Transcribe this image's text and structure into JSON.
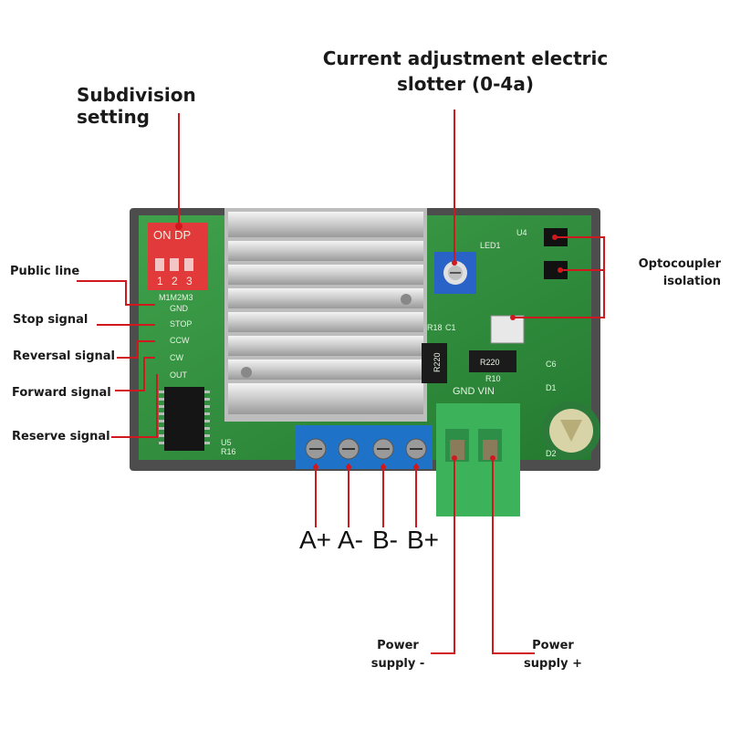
{
  "callouts": {
    "subdivision": "Subdivision setting",
    "current_line1": "Current adjustment electric",
    "current_line2": "slotter (0-4a)",
    "public_line": "Public line",
    "stop_signal": "Stop signal",
    "reversal_signal": "Reversal signal",
    "forward_signal": "Forward signal",
    "reserve_signal": "Reserve signal",
    "opto_line1": "Optocoupler",
    "opto_line2": "isolation",
    "power_minus_line1": "Power",
    "power_minus_line2": "supply -",
    "power_plus_line1": "Power",
    "power_plus_line2": "supply +"
  },
  "terminals": [
    "A+",
    "A-",
    "B-",
    "B+"
  ],
  "board": {
    "dip_top": "ON  DP",
    "dip_nums": [
      "1",
      "2",
      "3"
    ],
    "dip_label": "M1M2M3",
    "pins": [
      "GND",
      "STOP",
      "CCW",
      "CW",
      "OUT"
    ],
    "power_label": "GND VIN",
    "resistor_label": "R220",
    "resistor_label2": "R220",
    "led_label": "LED1",
    "r10": "R10",
    "r18": "R18",
    "c1": "C1",
    "d1": "D1",
    "c6": "C6",
    "d2": "D2",
    "u5": "U5",
    "r16": "R16",
    "u4": "U4"
  },
  "colors": {
    "leader": "#d0191f",
    "pcb": "#2e8b3a",
    "enclosure": "#4a4a4a",
    "heatsink": "#d8d8d8",
    "terminal_blue": "#1e73c8",
    "terminal_green": "#3cb25a",
    "dip_red": "#e23a3a"
  }
}
